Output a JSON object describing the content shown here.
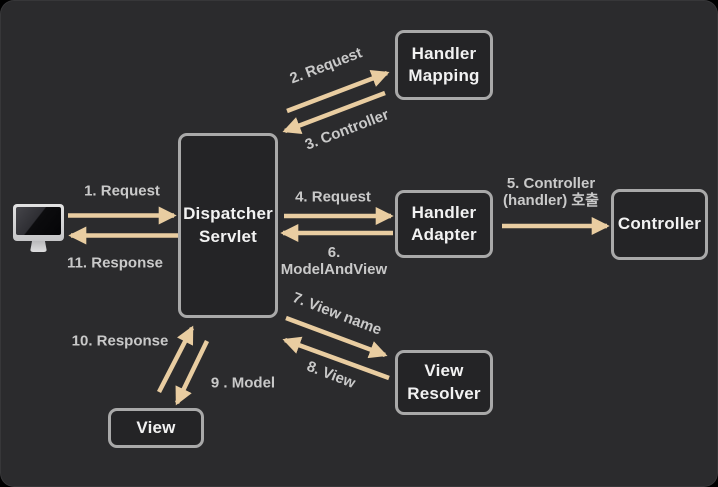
{
  "diagram": {
    "client": {
      "icon": "imac-monitor-icon"
    },
    "nodes": [
      {
        "id": "dispatcher-servlet",
        "label": "Dispatcher\nServlet"
      },
      {
        "id": "handler-mapping",
        "label": "Handler\nMapping"
      },
      {
        "id": "handler-adapter",
        "label": "Handler\nAdapter"
      },
      {
        "id": "controller",
        "label": "Controller"
      },
      {
        "id": "view-resolver",
        "label": "View\nResolver"
      },
      {
        "id": "view",
        "label": "View"
      }
    ],
    "edges": [
      {
        "n": 1,
        "label": "1. Request",
        "from": "client",
        "to": "dispatcher-servlet"
      },
      {
        "n": 2,
        "label": "2. Request",
        "from": "dispatcher-servlet",
        "to": "handler-mapping"
      },
      {
        "n": 3,
        "label": "3. Controller",
        "from": "handler-mapping",
        "to": "dispatcher-servlet"
      },
      {
        "n": 4,
        "label": "4. Request",
        "from": "dispatcher-servlet",
        "to": "handler-adapter"
      },
      {
        "n": 5,
        "label": "5. Controller\n(handler) 호출",
        "from": "handler-adapter",
        "to": "controller"
      },
      {
        "n": 6,
        "label": "6.\nModelAndView",
        "from": "handler-adapter",
        "to": "dispatcher-servlet"
      },
      {
        "n": 7,
        "label": "7. View name",
        "from": "dispatcher-servlet",
        "to": "view-resolver"
      },
      {
        "n": 8,
        "label": "8. View",
        "from": "view-resolver",
        "to": "dispatcher-servlet"
      },
      {
        "n": 9,
        "label": "9 . Model",
        "from": "dispatcher-servlet",
        "to": "view"
      },
      {
        "n": 10,
        "label": "10. Response",
        "from": "view",
        "to": "dispatcher-servlet"
      },
      {
        "n": 11,
        "label": "11. Response",
        "from": "dispatcher-servlet",
        "to": "client"
      }
    ],
    "colors": {
      "background": "#2b2b2d",
      "node_fill": "#242426",
      "node_border": "#a9a9a9",
      "node_text": "#f2f2f2",
      "edge_label_text": "#c9c9c9",
      "arrow": "#e9cda1"
    }
  }
}
